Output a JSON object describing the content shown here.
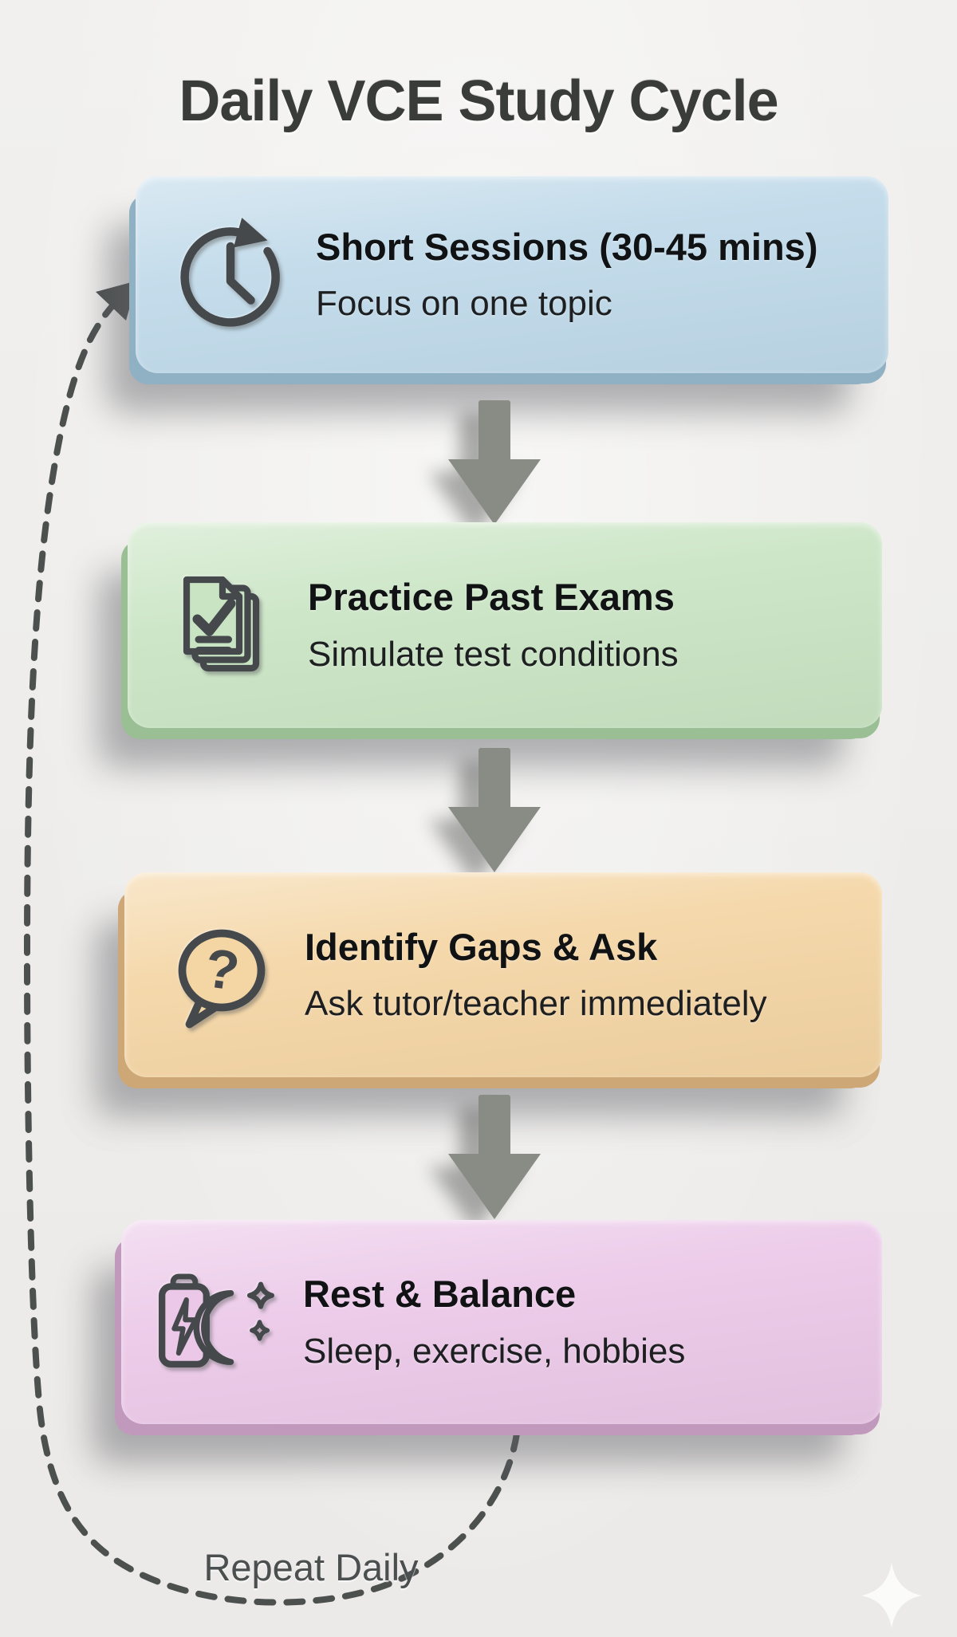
{
  "page": {
    "title": "Daily VCE Study Cycle",
    "background_color": "#efeeeb",
    "loop_label": "Repeat Daily"
  },
  "cards": [
    {
      "title": "Short Sessions (30-45 mins)",
      "subtitle": "Focus on one topic",
      "icon": "clock-cycle-icon",
      "face_color": "#bfd9e9",
      "edge_color": "#90b0c4"
    },
    {
      "title": "Practice Past Exams",
      "subtitle": "Simulate test conditions",
      "icon": "exam-papers-icon",
      "face_color": "#c9e4c3",
      "edge_color": "#9abf94"
    },
    {
      "title": "Identify Gaps & Ask",
      "subtitle": "Ask tutor/teacher immediately",
      "icon": "question-bubble-icon",
      "icon_glyph": "?",
      "face_color": "#f4d5a4",
      "edge_color": "#cda876"
    },
    {
      "title": "Rest & Balance",
      "subtitle": "Sleep, exercise, hobbies",
      "icon": "battery-moon-icon",
      "face_color": "#ebc8e8",
      "edge_color": "#c099bc"
    }
  ],
  "connectors": {
    "down_arrow_color": "#888c85",
    "loop_color": "#4c504f"
  }
}
